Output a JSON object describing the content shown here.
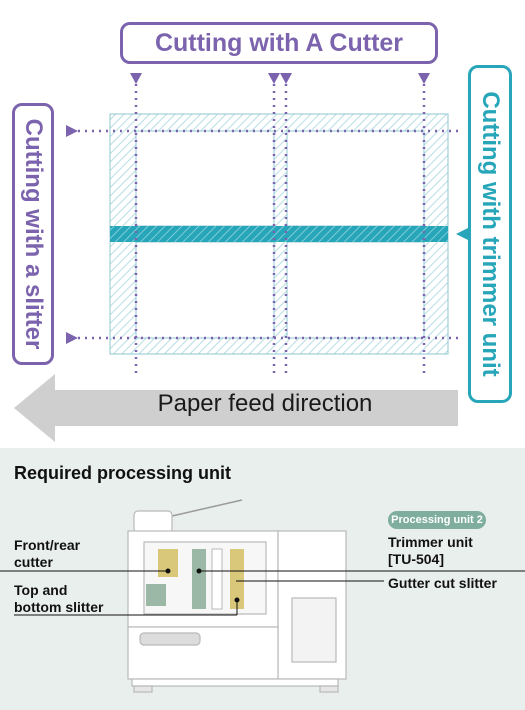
{
  "labels": {
    "cutter": "Cutting with A Cutter",
    "slitter": "Cutting with a slitter",
    "trimmer": "Cutting with trimmer unit",
    "feed": "Paper feed direction"
  },
  "processing": {
    "title": "Required processing unit",
    "front_rear": [
      "Front/rear",
      "cutter"
    ],
    "top_bottom": [
      "Top and",
      "bottom slitter"
    ],
    "badge": "Processing unit 2",
    "trimmer": [
      "Trimmer unit",
      "[TU-504]"
    ],
    "gutter": "Gutter cut slitter"
  },
  "colors": {
    "purple": "#7b63ad",
    "teal": "#27a5b9",
    "hatch_light": "#b7dde3",
    "yellow": "#d9c77a",
    "green": "#9ab8a5"
  }
}
